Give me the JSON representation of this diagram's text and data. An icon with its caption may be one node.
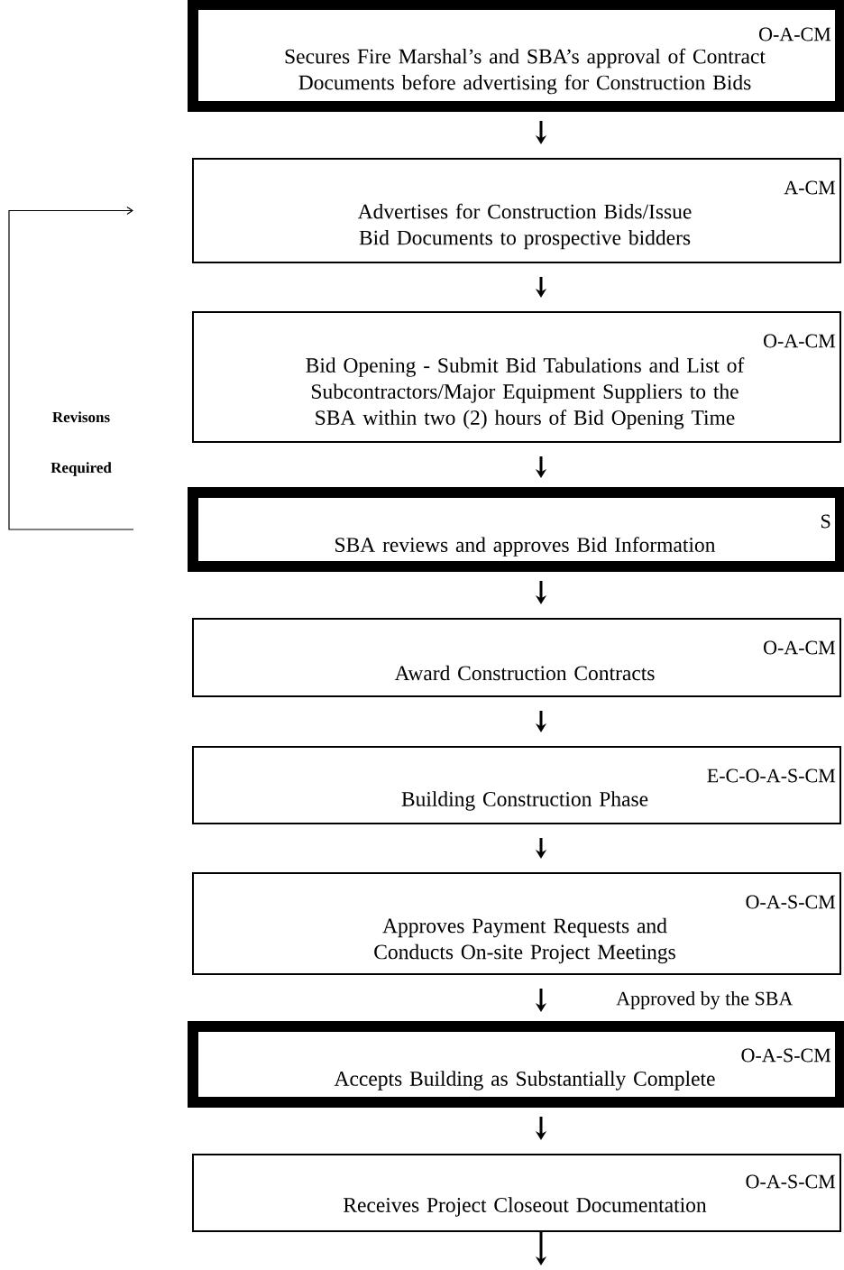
{
  "diagram": {
    "nodes": [
      {
        "text": [
          "O-A-CM",
          "Secures Fire Marshal’s and SBA’s approval of Contract Documents before advertising for Construction Bids"
        ]
      },
      {
        "text": [
          "A-CM",
          "Advertises for Construction Bids/Issue Bid Documents to prospective bidders"
        ]
      },
      {
        "text": [
          "O-A-CM",
          "Bid Opening - Submit Bid Tabulations and List of Subcontractors/Major Equipment Suppliers to the SBA within two (2) hours of Bid Opening Time"
        ]
      },
      {
        "text": [
          "S",
          "SBA reviews and approves Bid Information"
        ]
      },
      {
        "text": [
          "O-A-CM",
          "Award Construction Contracts"
        ]
      },
      {
        "text": [
          "E-C-O-A-S-CM",
          "Building Construction Phase"
        ]
      },
      {
        "text": [
          "O-A-S-CM",
          "Approves Payment Requests and Conducts On-site Project Meetings"
        ]
      },
      {
        "text": [
          "O-A-S-CM",
          "Accepts Building as Substantially Complete"
        ]
      },
      {
        "text": [
          "O-A-S-CM",
          "Receives Project Closeout Documentation"
        ]
      }
    ],
    "edges": [
      {
        "from": 0,
        "to": 1,
        "arrow": "to"
      },
      {
        "from": 1,
        "to": 2,
        "arrow": "to"
      },
      {
        "from": 2,
        "to": 3,
        "arrow": "to"
      },
      {
        "from": 3,
        "to": 4,
        "arrow": "to"
      },
      {
        "from": 4,
        "to": 5,
        "arrow": "to"
      },
      {
        "from": 5,
        "to": 6,
        "arrow": "to"
      },
      {
        "from": 6,
        "to": 7,
        "arrow": "to",
        "label": "Approved by the SBA"
      },
      {
        "from": 7,
        "to": 8,
        "arrow": "to"
      },
      {
        "from": 8,
        "to": null,
        "arrow": "to"
      },
      {
        "from": 3,
        "to": 1,
        "arrow": "to",
        "label": "Revisons Required"
      }
    ]
  }
}
